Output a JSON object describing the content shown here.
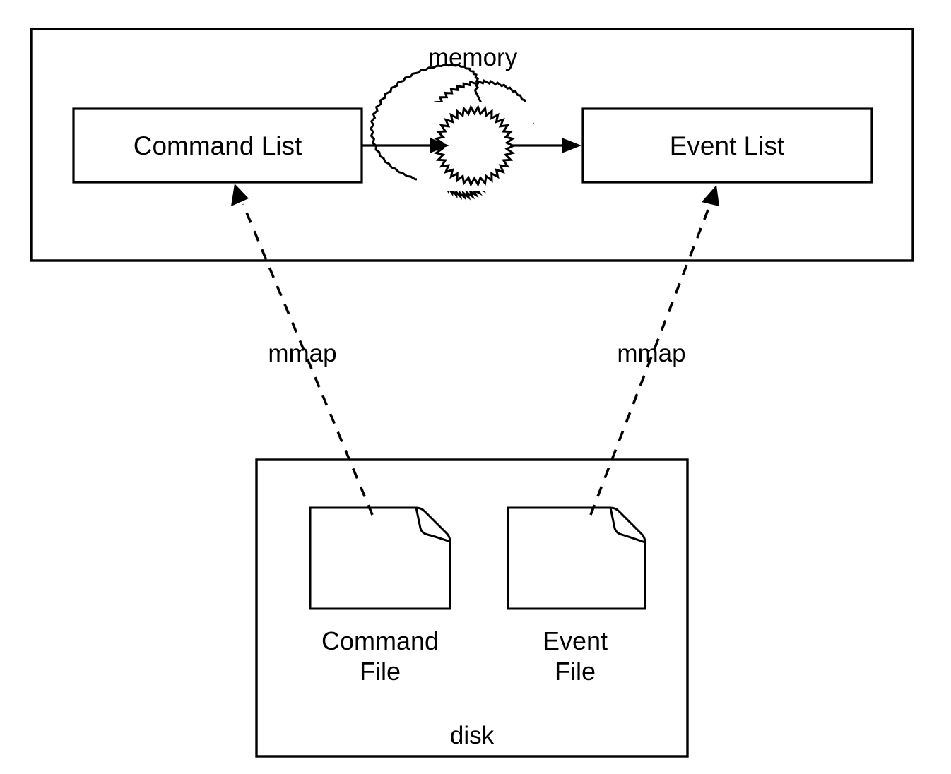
{
  "diagram": {
    "title": "mmap of command and event lists between memory and disk",
    "containers": [
      {
        "id": "memory",
        "label": "memory"
      },
      {
        "id": "disk",
        "label": "disk"
      }
    ],
    "nodes": [
      {
        "id": "command-list",
        "label": "Command List",
        "container": "memory"
      },
      {
        "id": "event-list",
        "label": "Event List",
        "container": "memory"
      },
      {
        "id": "burst",
        "label": "",
        "container": "memory",
        "shape": "starburst-circle"
      },
      {
        "id": "command-file",
        "label_line1": "Command",
        "label_line2": "File",
        "container": "disk",
        "shape": "file-icon"
      },
      {
        "id": "event-file",
        "label_line1": "Event",
        "label_line2": "File",
        "container": "disk",
        "shape": "file-icon"
      }
    ],
    "edges": [
      {
        "id": "cmd-to-burst",
        "from": "command-list",
        "to": "burst",
        "style": "solid",
        "arrow": "end",
        "label": ""
      },
      {
        "id": "burst-to-event",
        "from": "burst",
        "to": "event-list",
        "style": "solid",
        "arrow": "end",
        "label": ""
      },
      {
        "id": "command-file-mmap",
        "from": "command-file",
        "to": "command-list",
        "style": "dashed",
        "arrow": "end",
        "label": "mmap"
      },
      {
        "id": "event-file-mmap",
        "from": "event-file",
        "to": "event-list",
        "style": "dashed",
        "arrow": "end",
        "label": "mmap"
      }
    ],
    "colors": {
      "stroke": "#000000",
      "fill": "#ffffff",
      "background": "#ffffff"
    }
  }
}
